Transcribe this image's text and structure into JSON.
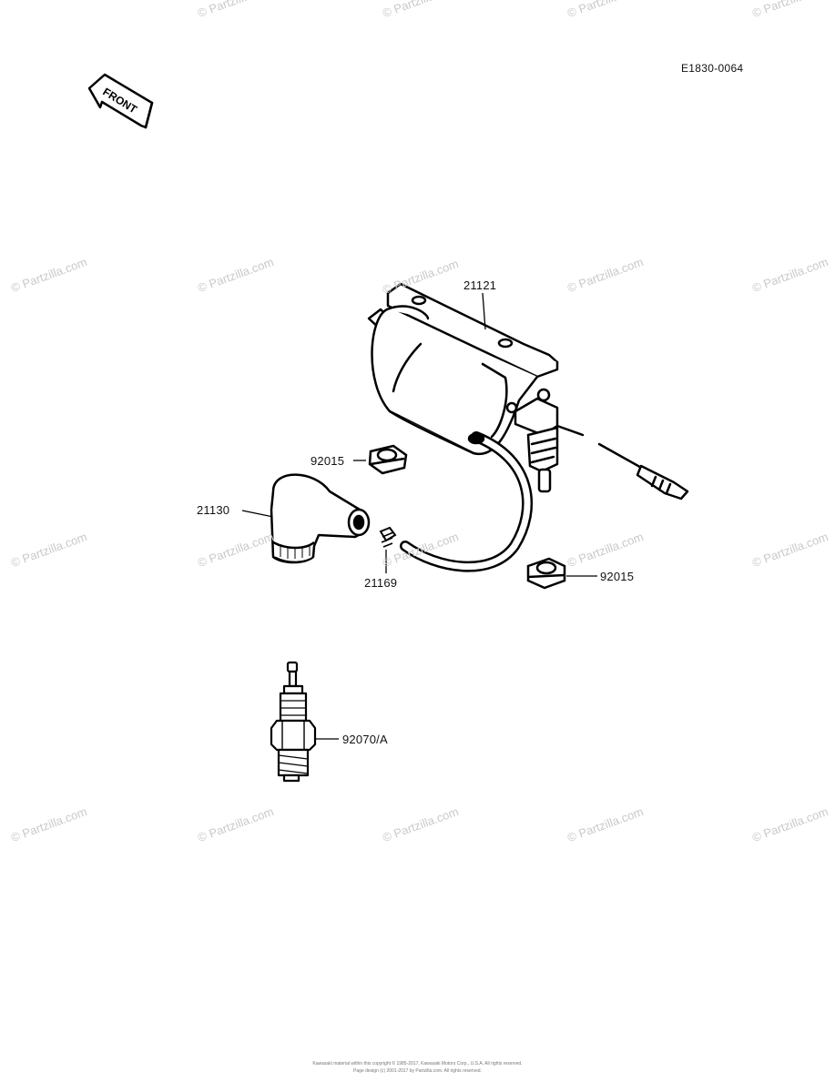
{
  "diagram_code": "E1830-0064",
  "front_label": "FRONT",
  "watermark": "© Partzilla.com",
  "parts": {
    "ignition_coil": "21121",
    "nut_upper": "92015",
    "nut_lower": "92015",
    "plug_cap": "21130",
    "spring": "21169",
    "spark_plug": "92070/A"
  },
  "footer": {
    "line1": "Kawasaki material within this copyright © 1985-2017, Kawasaki Motors Corp., U.S.A. All rights reserved.",
    "line2": "Page design (c) 2001-2017 by Partzilla.com. All rights reserved."
  }
}
